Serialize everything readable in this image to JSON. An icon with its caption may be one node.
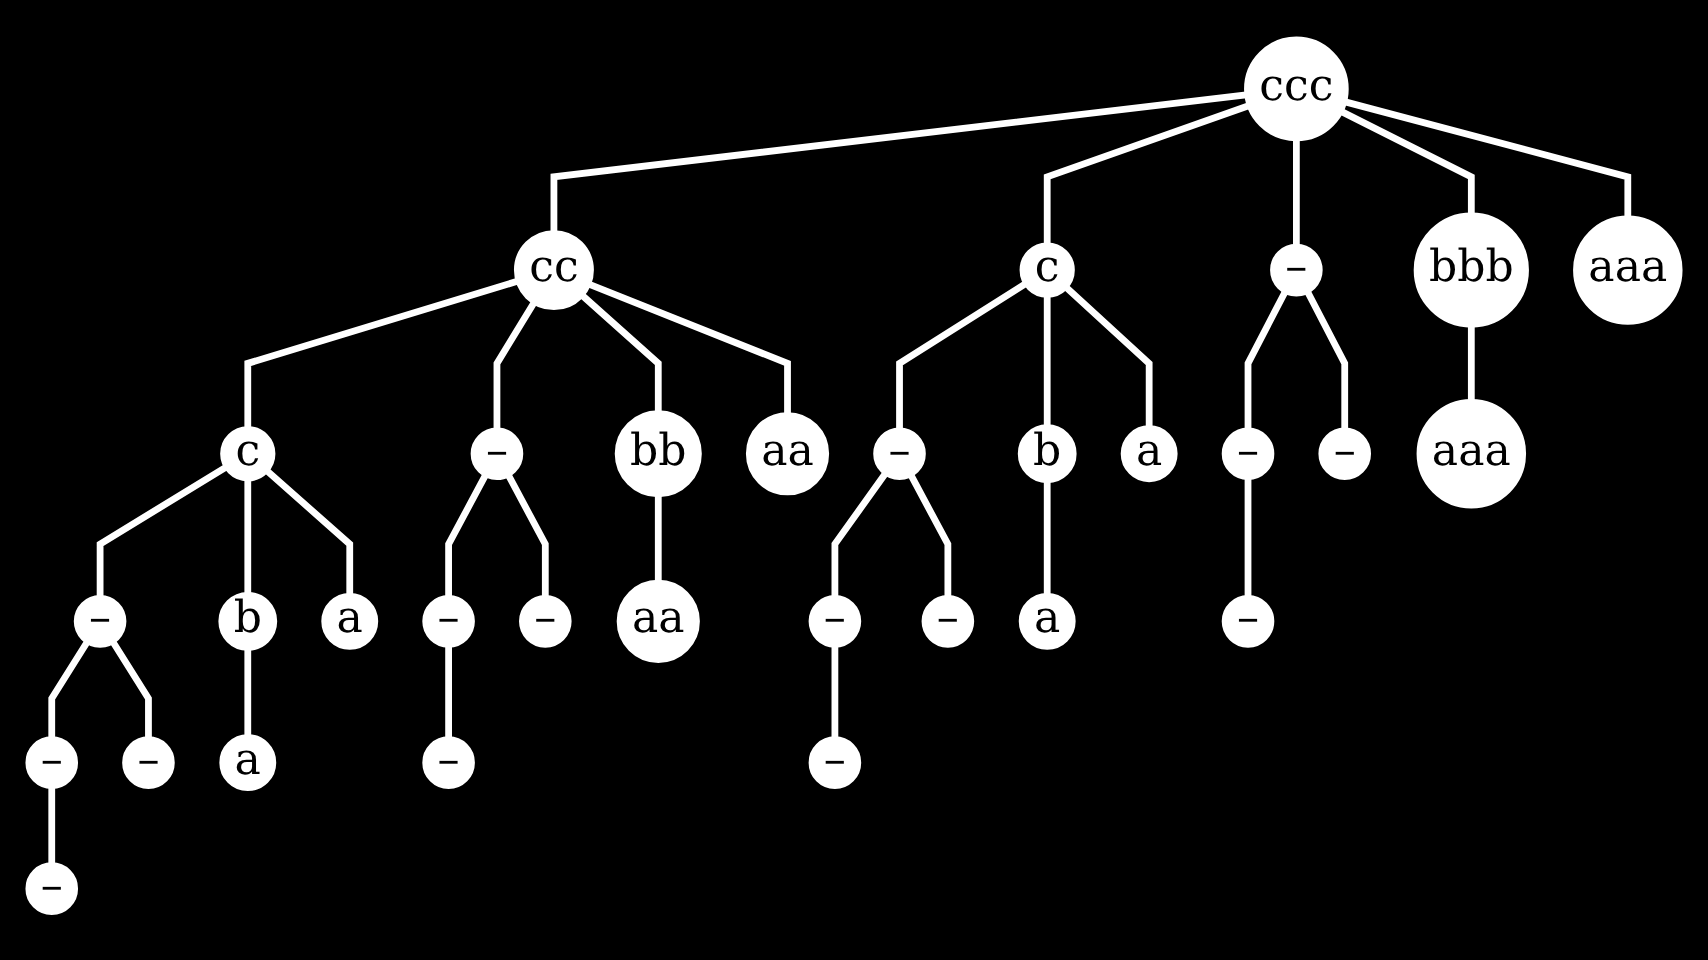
{
  "diagram": {
    "nodes": [
      {
        "text": [
          "ccc"
        ]
      },
      {
        "text": [
          "cc"
        ]
      },
      {
        "text": [
          "c"
        ]
      },
      {
        "text": [
          "–"
        ]
      },
      {
        "text": [
          "–"
        ]
      },
      {
        "text": [
          "–"
        ]
      },
      {
        "text": [
          "–"
        ]
      },
      {
        "text": [
          "b"
        ]
      },
      {
        "text": [
          "a"
        ]
      },
      {
        "text": [
          "a"
        ]
      },
      {
        "text": [
          "–"
        ]
      },
      {
        "text": [
          "–"
        ]
      },
      {
        "text": [
          "–"
        ]
      },
      {
        "text": [
          "–"
        ]
      },
      {
        "text": [
          "bb"
        ]
      },
      {
        "text": [
          "aa"
        ]
      },
      {
        "text": [
          "aa"
        ]
      },
      {
        "text": [
          "c"
        ]
      },
      {
        "text": [
          "–"
        ]
      },
      {
        "text": [
          "–"
        ]
      },
      {
        "text": [
          "–"
        ]
      },
      {
        "text": [
          "–"
        ]
      },
      {
        "text": [
          "b"
        ]
      },
      {
        "text": [
          "a"
        ]
      },
      {
        "text": [
          "a"
        ]
      },
      {
        "text": [
          "–"
        ]
      },
      {
        "text": [
          "–"
        ]
      },
      {
        "text": [
          "–"
        ]
      },
      {
        "text": [
          "–"
        ]
      },
      {
        "text": [
          "bbb"
        ]
      },
      {
        "text": [
          "aaa"
        ]
      },
      {
        "text": [
          "aaa"
        ]
      }
    ],
    "edges": [
      {
        "from": 0,
        "to": 1,
        "arrow": "none"
      },
      {
        "from": 1,
        "to": 2,
        "arrow": "none"
      },
      {
        "from": 2,
        "to": 3,
        "arrow": "none"
      },
      {
        "from": 3,
        "to": 4,
        "arrow": "none"
      },
      {
        "from": 4,
        "to": 5,
        "arrow": "none"
      },
      {
        "from": 3,
        "to": 6,
        "arrow": "none"
      },
      {
        "from": 2,
        "to": 7,
        "arrow": "none"
      },
      {
        "from": 7,
        "to": 8,
        "arrow": "none"
      },
      {
        "from": 2,
        "to": 9,
        "arrow": "none"
      },
      {
        "from": 1,
        "to": 10,
        "arrow": "none"
      },
      {
        "from": 10,
        "to": 11,
        "arrow": "none"
      },
      {
        "from": 11,
        "to": 12,
        "arrow": "none"
      },
      {
        "from": 10,
        "to": 13,
        "arrow": "none"
      },
      {
        "from": 1,
        "to": 14,
        "arrow": "none"
      },
      {
        "from": 14,
        "to": 15,
        "arrow": "none"
      },
      {
        "from": 1,
        "to": 16,
        "arrow": "none"
      },
      {
        "from": 0,
        "to": 17,
        "arrow": "none"
      },
      {
        "from": 17,
        "to": 18,
        "arrow": "none"
      },
      {
        "from": 18,
        "to": 19,
        "arrow": "none"
      },
      {
        "from": 19,
        "to": 20,
        "arrow": "none"
      },
      {
        "from": 18,
        "to": 21,
        "arrow": "none"
      },
      {
        "from": 17,
        "to": 22,
        "arrow": "none"
      },
      {
        "from": 22,
        "to": 23,
        "arrow": "none"
      },
      {
        "from": 17,
        "to": 24,
        "arrow": "none"
      },
      {
        "from": 0,
        "to": 25,
        "arrow": "none"
      },
      {
        "from": 25,
        "to": 26,
        "arrow": "none"
      },
      {
        "from": 26,
        "to": 27,
        "arrow": "none"
      },
      {
        "from": 25,
        "to": 28,
        "arrow": "none"
      },
      {
        "from": 0,
        "to": 29,
        "arrow": "none"
      },
      {
        "from": 29,
        "to": 30,
        "arrow": "none"
      },
      {
        "from": 0,
        "to": 31,
        "arrow": "none"
      }
    ]
  }
}
